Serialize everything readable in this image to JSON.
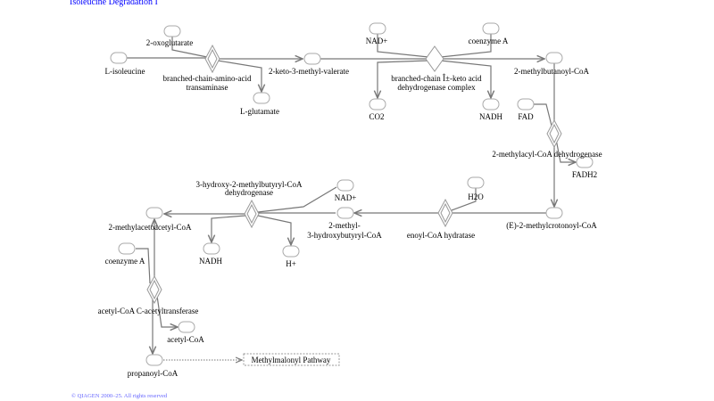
{
  "title": "Isoleucine Degradation I",
  "footer": "© QIAGEN 2000–25. All rights reserved",
  "nodes": {
    "oxoglutarate": "2-oxoglutarate",
    "isoleucine": "L-isoleucine",
    "keto": "2-keto-3-methyl-valerate",
    "glutamate": "L-glutamate",
    "nad1": "NAD+",
    "coa1": "coenzyme A",
    "co2": "CO2",
    "nadh1": "NADH",
    "methylbutanoyl": "2-methylbutanoyl-CoA",
    "fad": "FAD",
    "fadh2": "FADH2",
    "crotonoyl": "(E)-2-methylcrotonoyl-CoA",
    "h2o": "H2O",
    "hydroxy1": "2-methyl-",
    "hydroxy2": "3-hydroxybutyryl-CoA",
    "nad2": "NAD+",
    "nadh2": "NADH",
    "hplus": "H+",
    "acetoacetyl": "2-methylacetoacetyl-CoA",
    "coa2": "coenzyme A",
    "acetylcoa": "acetyl-CoA",
    "propanoyl": "propanoyl-CoA"
  },
  "enzymes": {
    "transaminase1": "branched-chain-amino-acid",
    "transaminase2": "transaminase",
    "bckdh1": "branched-chain Î±-keto acid",
    "bckdh2": "dehydrogenase complex",
    "acyldh": "2-methylacyl-CoA dehydrogenase",
    "hydratase": "enoyl-CoA hydratase",
    "hbdh1": "3-hydroxy-2-methylbutyryl-CoA",
    "hbdh2": "dehydrogenase",
    "acetyltransferase": "acetyl-CoA C-acetyltransferase"
  },
  "link": "Methylmalonyl Pathway"
}
